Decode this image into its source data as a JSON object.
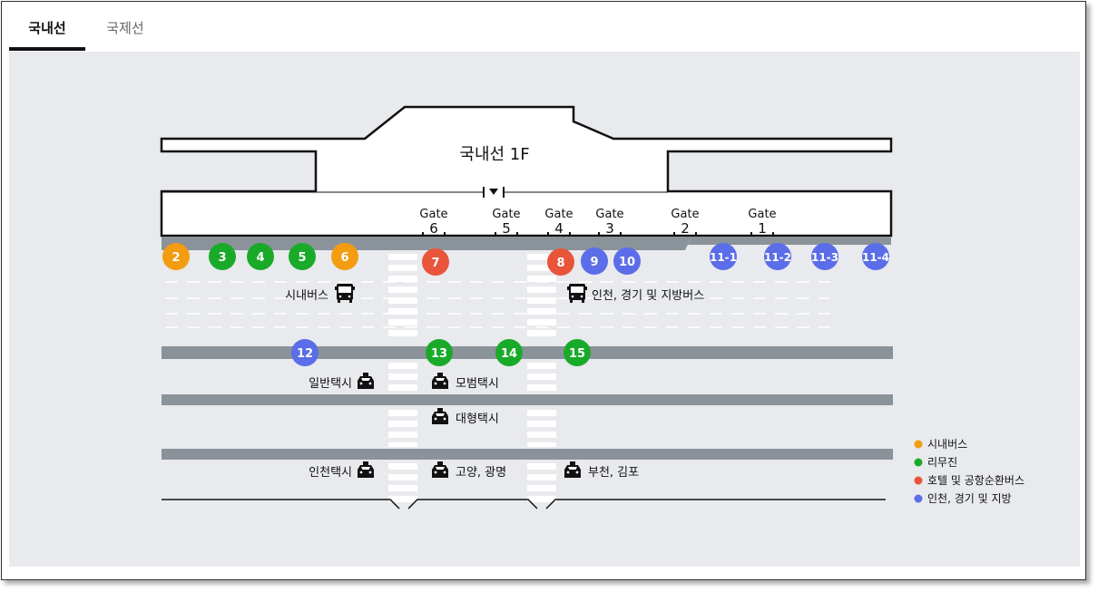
{
  "tabs": [
    {
      "label": "국내선",
      "active": true
    },
    {
      "label": "국제선",
      "active": false
    }
  ],
  "map": {
    "title": "국내선 1F",
    "gate_word": "Gate",
    "gates": [
      "6",
      "5",
      "4",
      "3",
      "2",
      "1"
    ],
    "curb_stops": [
      {
        "label": "2",
        "type": "city_bus"
      },
      {
        "label": "3",
        "type": "limousine"
      },
      {
        "label": "4",
        "type": "limousine"
      },
      {
        "label": "5",
        "type": "limousine"
      },
      {
        "label": "6",
        "type": "city_bus"
      },
      {
        "label": "7",
        "type": "hotel_shuttle"
      },
      {
        "label": "8",
        "type": "hotel_shuttle"
      },
      {
        "label": "9",
        "type": "regional"
      },
      {
        "label": "10",
        "type": "regional"
      },
      {
        "label": "11-1",
        "type": "regional"
      },
      {
        "label": "11-2",
        "type": "regional"
      },
      {
        "label": "11-3",
        "type": "regional"
      },
      {
        "label": "11-4",
        "type": "regional"
      }
    ],
    "island_stops": [
      {
        "label": "12",
        "type": "regional"
      },
      {
        "label": "13",
        "type": "limousine"
      },
      {
        "label": "14",
        "type": "limousine"
      },
      {
        "label": "15",
        "type": "limousine"
      }
    ],
    "bus_labels": [
      "시내버스",
      "인천, 경기 및 지방버스"
    ],
    "taxi_labels": [
      "일반택시",
      "모범택시",
      "대형택시",
      "인천택시",
      "고양, 광명",
      "부천, 김포"
    ]
  },
  "legend": [
    {
      "label": "시내버스",
      "color": "#f39c12"
    },
    {
      "label": "리무진",
      "color": "#1aaa2a"
    },
    {
      "label": "호텔 및 공항순환버스",
      "color": "#e8553a"
    },
    {
      "label": "인천, 경기 및 지방",
      "color": "#5b6de8"
    }
  ]
}
